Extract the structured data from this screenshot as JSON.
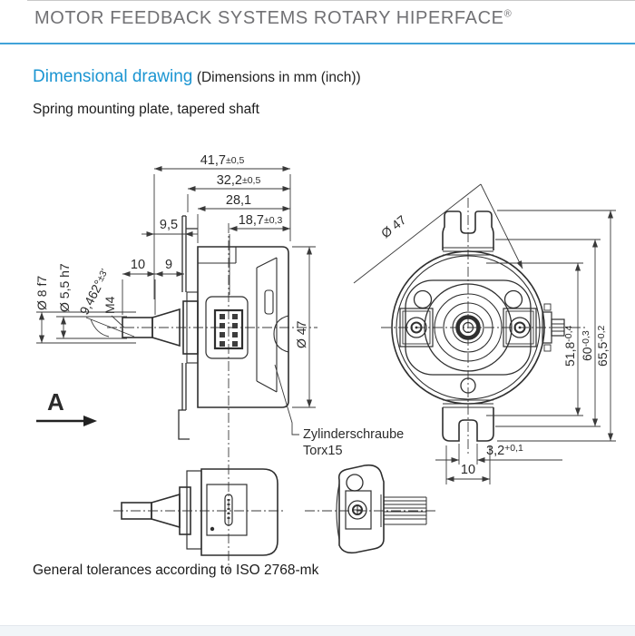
{
  "page": {
    "header_title": "MOTOR FEEDBACK SYSTEMS ROTARY HIPERFACE",
    "header_reg": "®",
    "section_title": "Dimensional drawing",
    "section_subtitle": "(Dimensions in mm (inch))",
    "drawing_caption": "Spring mounting plate, tapered shaft",
    "footer_note": "General tolerances according to ISO 2768-mk"
  },
  "colors": {
    "accent_blue": "#1b95d2",
    "rule_blue": "#41a3d9",
    "header_gray": "#717174",
    "line_dark": "#2b2b2b"
  },
  "side": {
    "d417": "41,7",
    "d417t": "±0,5",
    "d322": "32,2",
    "d322t": "±0,5",
    "d281": "28,1",
    "d187": "18,7",
    "d187t": "±0,3",
    "d95": "9,5",
    "d10": "10",
    "d9": "9",
    "shaft_dia": "Ø 8 f7",
    "cone_dia": "Ø 5,5 h7",
    "angle": "9,462°",
    "anglet": "±3'",
    "thread": "M4",
    "body_dia": "Ø 47",
    "view": "A",
    "screw1": "Zylinderschraube",
    "screw2": "Torx15"
  },
  "top": {
    "dia": "Ø 47",
    "d518": "51,8",
    "d518t": "-0,4",
    "d60": "60",
    "d60t": "-0,3",
    "d655": "65,5",
    "d655t": "-0,2",
    "d32": "3,2",
    "d32t": "+0,1",
    "d10": "10"
  }
}
